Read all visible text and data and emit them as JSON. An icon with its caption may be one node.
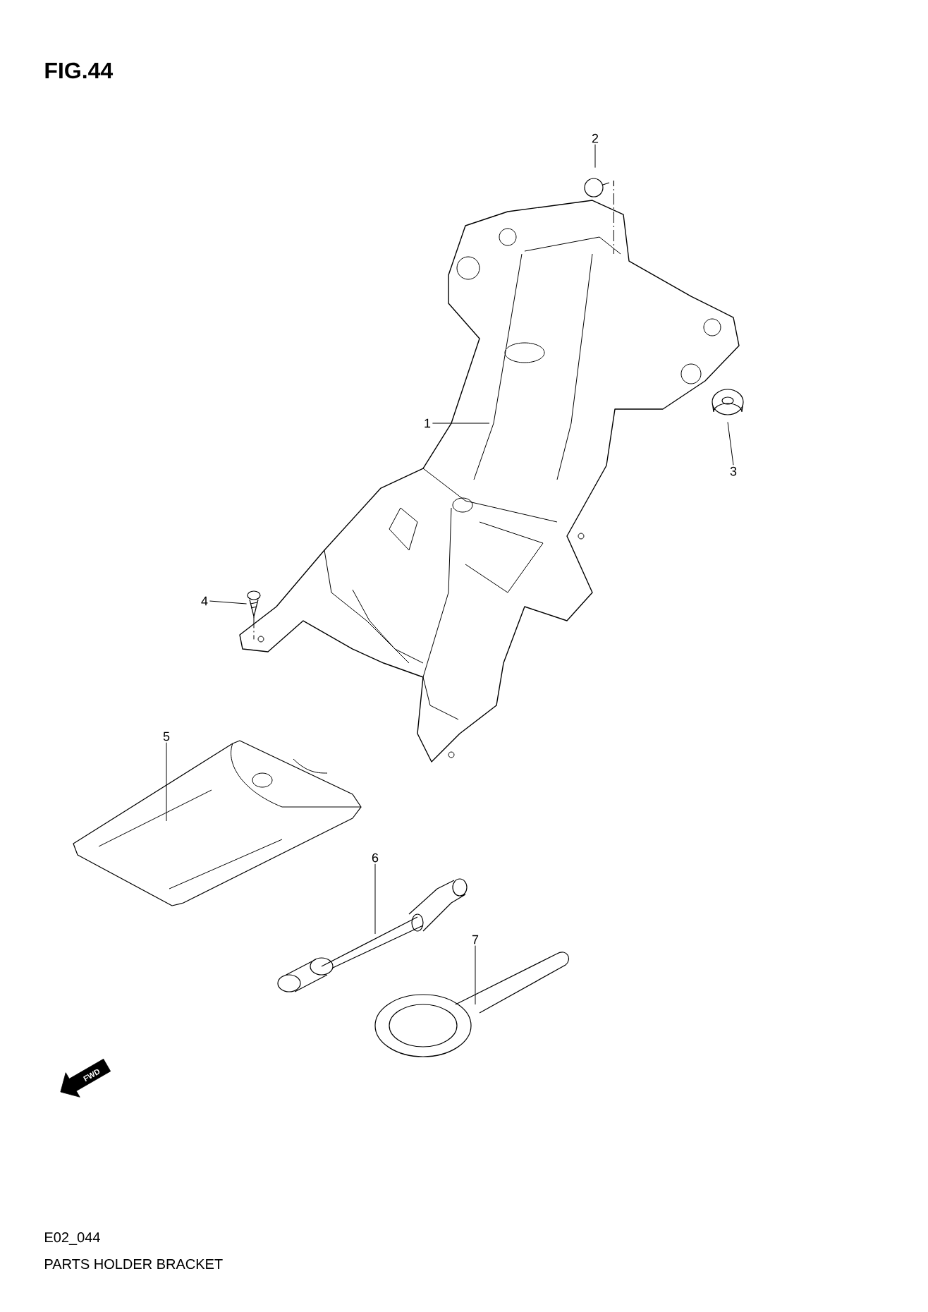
{
  "diagram": {
    "title": "FIG.44",
    "caption": "PARTS HOLDER BRACKET",
    "nodes": [
      {
        "text": [
          "1"
        ]
      },
      {
        "text": [
          "2"
        ]
      },
      {
        "text": [
          "3"
        ]
      },
      {
        "text": [
          "4"
        ]
      },
      {
        "text": [
          "5"
        ]
      },
      {
        "text": [
          "6"
        ]
      },
      {
        "text": [
          "7"
        ]
      },
      {
        "text": [],
        "shape": "picture"
      },
      {
        "text": [],
        "shape": "picture"
      },
      {
        "text": [],
        "shape": "picture"
      },
      {
        "text": [],
        "shape": "picture"
      },
      {
        "text": [],
        "shape": "picture"
      },
      {
        "text": [],
        "shape": "picture"
      },
      {
        "text": [],
        "shape": "picture"
      }
    ],
    "edges": [
      {
        "from": 0,
        "to": 7,
        "arrow": "none"
      },
      {
        "from": 1,
        "to": 8,
        "arrow": "none"
      },
      {
        "from": 2,
        "to": 9,
        "arrow": "none"
      },
      {
        "from": 3,
        "to": 10,
        "arrow": "none"
      },
      {
        "from": 4,
        "to": 11,
        "arrow": "none"
      },
      {
        "from": 5,
        "to": 12,
        "arrow": "none"
      },
      {
        "from": 6,
        "to": 13,
        "arrow": "none"
      },
      {
        "from": 8,
        "to": 7,
        "arrow": "none",
        "style": "dashed"
      },
      {
        "from": 10,
        "to": 7,
        "arrow": "none",
        "style": "dashed"
      }
    ],
    "labels": [
      "FWD",
      "E02_044"
    ]
  }
}
